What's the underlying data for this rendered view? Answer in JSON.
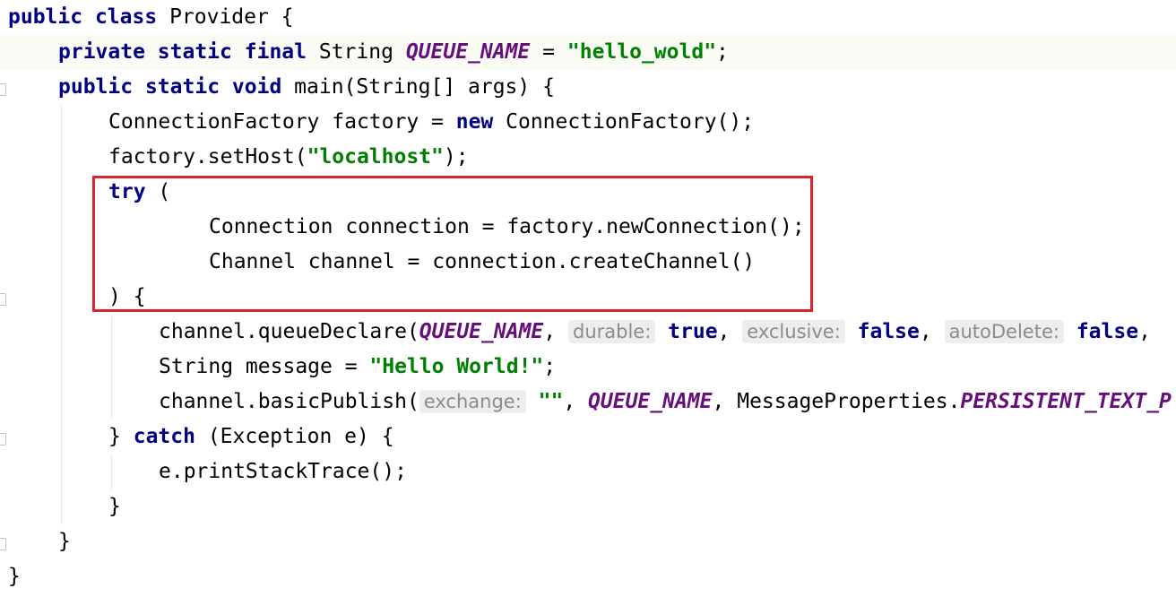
{
  "colors": {
    "keyword": "#000080",
    "string": "#008000",
    "constant": "#660e7a",
    "hint_text": "#8c8c8c",
    "hint_bg": "#ededed",
    "highlight_box": "#d9262b"
  },
  "code": {
    "l1": {
      "kw1": "public",
      "kw2": "class",
      "rest": "Provider {"
    },
    "l2": {
      "kw1": "private",
      "kw2": "static",
      "kw3": "final",
      "type": "String",
      "const": "QUEUE_NAME",
      "eq": "=",
      "str": "\"hello_wold\"",
      "end": ";"
    },
    "l3": {
      "kw1": "public",
      "kw2": "static",
      "kw3": "void",
      "rest": "main(String[] args) {"
    },
    "l4": {
      "a": "ConnectionFactory factory = ",
      "kw": "new",
      "b": "ConnectionFactory();"
    },
    "l5": {
      "a": "factory.setHost(",
      "str": "\"localhost\"",
      "b": ");"
    },
    "l6": {
      "kw": "try",
      "rest": "("
    },
    "l7": {
      "text": "Connection connection = factory.newConnection();"
    },
    "l8": {
      "text": "Channel channel = connection.createChannel()"
    },
    "l9": {
      "text": ") {"
    },
    "l10": {
      "a": "channel.queueDeclare(",
      "const": "QUEUE_NAME",
      "c1": ",",
      "hint1": "durable:",
      "v1": "true",
      "c2": ",",
      "hint2": "exclusive:",
      "v2": "false",
      "c3": ",",
      "hint3": "autoDelete:",
      "v3": "false",
      "c4": ","
    },
    "l11": {
      "a": "String message = ",
      "str": "\"Hello World!\"",
      "b": ";"
    },
    "l12": {
      "a": "channel.basicPublish(",
      "hint": "exchange:",
      "str": "\"\"",
      "c1": ",",
      "const1": "QUEUE_NAME",
      "b": ", MessageProperties.",
      "const2": "PERSISTENT_TEXT_P"
    },
    "l13": {
      "a": "}",
      "kw": "catch",
      "rest": "(Exception e) {"
    },
    "l14": {
      "text": "e.printStackTrace();"
    },
    "l15": {
      "text": "}"
    },
    "l16": {
      "text": "}"
    },
    "l17": {
      "text": "}"
    }
  }
}
